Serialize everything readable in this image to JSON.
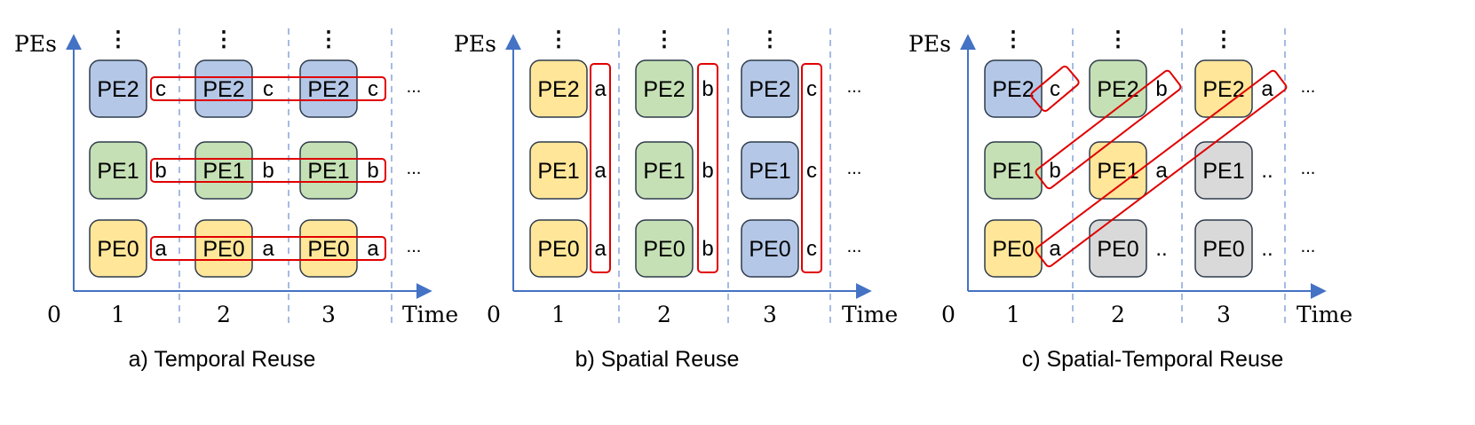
{
  "colors": {
    "yellow_fill": "#FFE699",
    "green_fill": "#C5E0B4",
    "blue_fill": "#B4C7E7",
    "gray_fill": "#D9D9D9",
    "box_border": "#2F3B4C",
    "axis": "#4472C4",
    "divider": "#8FAADC",
    "highlight": "#E00000"
  },
  "panels": [
    {
      "caption": "a) Temporal Reuse",
      "y_axis_label": "PEs",
      "origin_label": "0",
      "x_axis_label": "Time",
      "time_labels": [
        "1",
        "2",
        "3"
      ],
      "vdots": [
        "⋮",
        "⋮",
        "⋮"
      ],
      "rows": [
        {
          "cells": [
            {
              "pe": "PE2",
              "color": "blue",
              "data": "c"
            },
            {
              "pe": "PE2",
              "color": "blue",
              "data": "c"
            },
            {
              "pe": "PE2",
              "color": "blue",
              "data": "c"
            }
          ],
          "trail": "..."
        },
        {
          "cells": [
            {
              "pe": "PE1",
              "color": "green",
              "data": "b"
            },
            {
              "pe": "PE1",
              "color": "green",
              "data": "b"
            },
            {
              "pe": "PE1",
              "color": "green",
              "data": "b"
            }
          ],
          "trail": "..."
        },
        {
          "cells": [
            {
              "pe": "PE0",
              "color": "yellow",
              "data": "a"
            },
            {
              "pe": "PE0",
              "color": "yellow",
              "data": "a"
            },
            {
              "pe": "PE0",
              "color": "yellow",
              "data": "a"
            }
          ],
          "trail": "..."
        }
      ]
    },
    {
      "caption": "b) Spatial Reuse",
      "y_axis_label": "PEs",
      "origin_label": "0",
      "x_axis_label": "Time",
      "time_labels": [
        "1",
        "2",
        "3"
      ],
      "vdots": [
        "⋮",
        "⋮",
        "⋮"
      ],
      "rows": [
        {
          "cells": [
            {
              "pe": "PE2",
              "color": "yellow",
              "data": "a"
            },
            {
              "pe": "PE2",
              "color": "green",
              "data": "b"
            },
            {
              "pe": "PE2",
              "color": "blue",
              "data": "c"
            }
          ],
          "trail": "..."
        },
        {
          "cells": [
            {
              "pe": "PE1",
              "color": "yellow",
              "data": "a"
            },
            {
              "pe": "PE1",
              "color": "green",
              "data": "b"
            },
            {
              "pe": "PE1",
              "color": "blue",
              "data": "c"
            }
          ],
          "trail": "..."
        },
        {
          "cells": [
            {
              "pe": "PE0",
              "color": "yellow",
              "data": "a"
            },
            {
              "pe": "PE0",
              "color": "green",
              "data": "b"
            },
            {
              "pe": "PE0",
              "color": "blue",
              "data": "c"
            }
          ],
          "trail": "..."
        }
      ]
    },
    {
      "caption": "c) Spatial-Temporal Reuse",
      "y_axis_label": "PEs",
      "origin_label": "0",
      "x_axis_label": "Time",
      "time_labels": [
        "1",
        "2",
        "3"
      ],
      "vdots": [
        "⋮",
        "⋮",
        "⋮"
      ],
      "rows": [
        {
          "cells": [
            {
              "pe": "PE2",
              "color": "blue",
              "data": "c"
            },
            {
              "pe": "PE2",
              "color": "green",
              "data": "b"
            },
            {
              "pe": "PE2",
              "color": "yellow",
              "data": "a"
            }
          ],
          "trail": "..."
        },
        {
          "cells": [
            {
              "pe": "PE1",
              "color": "green",
              "data": "b"
            },
            {
              "pe": "PE1",
              "color": "yellow",
              "data": "a"
            },
            {
              "pe": "PE1",
              "color": "gray",
              "data": ".."
            }
          ],
          "trail": "..."
        },
        {
          "cells": [
            {
              "pe": "PE0",
              "color": "yellow",
              "data": "a"
            },
            {
              "pe": "PE0",
              "color": "gray",
              "data": ".."
            },
            {
              "pe": "PE0",
              "color": "gray",
              "data": ".."
            }
          ],
          "trail": "..."
        }
      ]
    }
  ]
}
